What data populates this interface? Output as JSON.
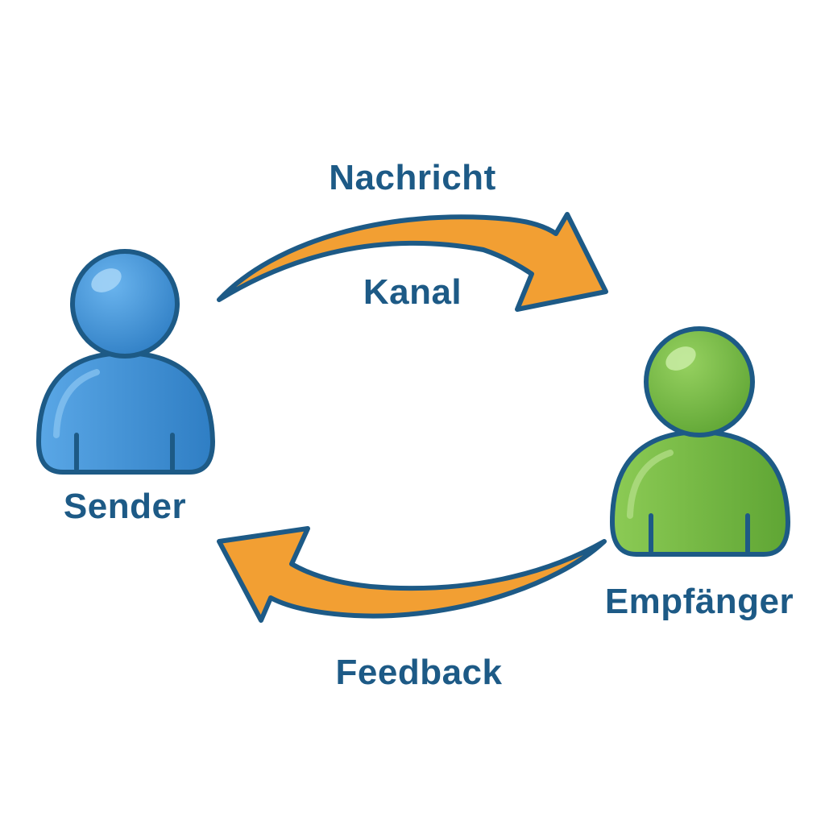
{
  "labels": {
    "sender": "Sender",
    "receiver": "Empfänger",
    "message": "Nachricht",
    "channel": "Kanal",
    "feedback": "Feedback"
  },
  "colors": {
    "background": "#ffffff",
    "text": "#1d5a86",
    "outline": "#1d5a86",
    "sender_fill": "#3d8fd4",
    "receiver_fill": "#76b843",
    "arrow_fill": "#f29f33"
  },
  "icons": {
    "sender": "person-icon",
    "receiver": "person-icon",
    "message_arrow": "curved-arrow-right-icon",
    "feedback_arrow": "curved-arrow-left-icon"
  }
}
